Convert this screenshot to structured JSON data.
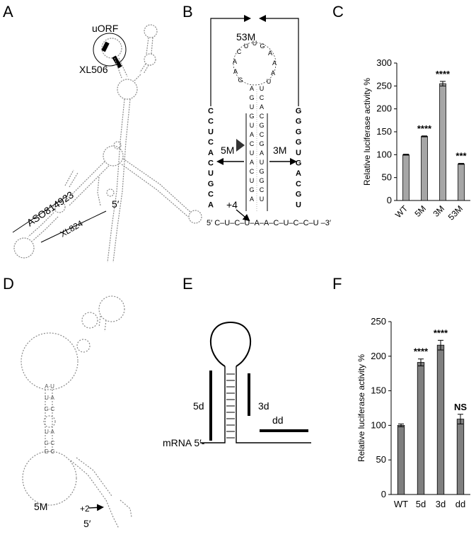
{
  "panels": {
    "A": {
      "letter": "A",
      "uorf_label": "uORF",
      "xl506_label": "XL506",
      "five_prime": "5′",
      "aso_label": "ASO814923",
      "xl824_label": "XL824"
    },
    "B": {
      "letter": "B",
      "top_label": "53M",
      "left_label": "5M",
      "right_label": "3M",
      "plus_label": "+4",
      "left_seq": [
        "C",
        "C",
        "U",
        "C",
        "A",
        "C",
        "U",
        "G",
        "C",
        "A"
      ],
      "right_seq": [
        "G",
        "G",
        "G",
        "G",
        "U",
        "G",
        "A",
        "C",
        "G",
        "U"
      ],
      "bottom_strand": "5′ C–U–C–U–A–A–C–U–C–C–U –3′"
    },
    "C": {
      "letter": "C"
    },
    "D": {
      "letter": "D",
      "label_5m": "5M",
      "label_plus2": "+2",
      "five_prime": "5′"
    },
    "E": {
      "letter": "E",
      "label_5d": "5d",
      "label_3d": "3d",
      "label_dd": "dd",
      "mrna_label": "mRNA 5′-"
    },
    "F": {
      "letter": "F"
    }
  },
  "chart_data": [
    {
      "type": "bar",
      "panel": "C",
      "categories": [
        "WT",
        "5M",
        "3M",
        "53M"
      ],
      "values": [
        100,
        140,
        255,
        80
      ],
      "errors": [
        1,
        1,
        5,
        1
      ],
      "significance": [
        "",
        "****",
        "****",
        "***"
      ],
      "ylabel": "Relative luciferase activity %",
      "ylim": [
        0,
        300
      ],
      "yticks": [
        0,
        50,
        100,
        150,
        200,
        250,
        300
      ],
      "bar_color": "#a6a6a6"
    },
    {
      "type": "bar",
      "panel": "F",
      "categories": [
        "WT",
        "5d",
        "3d",
        "dd"
      ],
      "values": [
        100,
        191,
        216,
        109
      ],
      "errors": [
        2,
        5,
        7,
        7
      ],
      "significance": [
        "",
        "****",
        "****",
        "NS"
      ],
      "ylabel": "Relative luciferase activity %",
      "ylim": [
        0,
        250
      ],
      "yticks": [
        0,
        50,
        100,
        150,
        200,
        250
      ],
      "bar_color": "#7f7f7f"
    }
  ]
}
